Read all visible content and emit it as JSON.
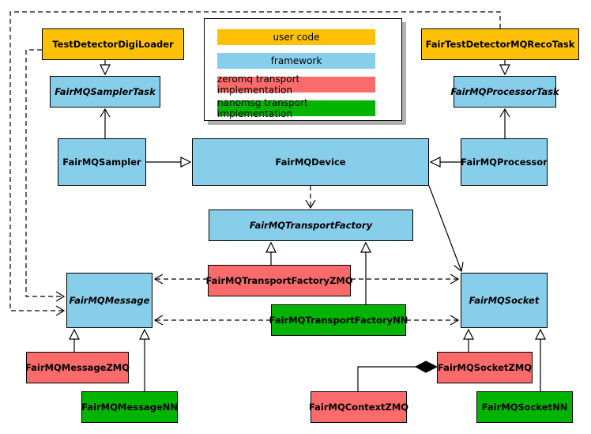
{
  "colors": {
    "user": "#ffc107",
    "framework": "#87ceeb",
    "zmq": "#fb6b6b",
    "nn": "#00b400"
  },
  "legend": {
    "items": [
      {
        "label": "user code",
        "color": "#ffc107"
      },
      {
        "label": "framework",
        "color": "#87ceeb"
      },
      {
        "label": "zeromq transport implementation",
        "color": "#fb6b6b"
      },
      {
        "label": "nanomsg transport implementation",
        "color": "#00b400"
      }
    ]
  },
  "classes": {
    "test_detector_digi_loader": {
      "label": "TestDetectorDigiLoader",
      "category": "user code",
      "abstract": false
    },
    "fair_test_detector_mq_reco_task": {
      "label": "FairTestDetectorMQRecoTask",
      "category": "user code",
      "abstract": false
    },
    "fair_mq_sampler_task": {
      "label": "FairMQSamplerTask",
      "category": "framework",
      "abstract": true
    },
    "fair_mq_processor_task": {
      "label": "FairMQProcessorTask",
      "category": "framework",
      "abstract": true
    },
    "fair_mq_sampler": {
      "label": "FairMQSampler",
      "category": "framework",
      "abstract": false
    },
    "fair_mq_device": {
      "label": "FairMQDevice",
      "category": "framework",
      "abstract": false
    },
    "fair_mq_processor": {
      "label": "FairMQProcessor",
      "category": "framework",
      "abstract": false
    },
    "fair_mq_transport_factory": {
      "label": "FairMQTransportFactory",
      "category": "framework",
      "abstract": true
    },
    "fair_mq_transport_factory_zmq": {
      "label": "FairMQTransportFactoryZMQ",
      "category": "zeromq",
      "abstract": false
    },
    "fair_mq_transport_factory_nn": {
      "label": "FairMQTransportFactoryNN",
      "category": "nanomsg",
      "abstract": false
    },
    "fair_mq_message": {
      "label": "FairMQMessage",
      "category": "framework",
      "abstract": true
    },
    "fair_mq_socket": {
      "label": "FairMQSocket",
      "category": "framework",
      "abstract": true
    },
    "fair_mq_message_zmq": {
      "label": "FairMQMessageZMQ",
      "category": "zeromq",
      "abstract": false
    },
    "fair_mq_message_nn": {
      "label": "FairMQMessageNN",
      "category": "nanomsg",
      "abstract": false
    },
    "fair_mq_context_zmq": {
      "label": "FairMQContextZMQ",
      "category": "zeromq",
      "abstract": false
    },
    "fair_mq_socket_zmq": {
      "label": "FairMQSocketZMQ",
      "category": "zeromq",
      "abstract": false
    },
    "fair_mq_socket_nn": {
      "label": "FairMQSocketNN",
      "category": "nanomsg",
      "abstract": false
    }
  },
  "relationships": [
    {
      "from": "TestDetectorDigiLoader",
      "to": "FairMQSamplerTask",
      "type": "generalization"
    },
    {
      "from": "FairTestDetectorMQRecoTask",
      "to": "FairMQProcessorTask",
      "type": "generalization"
    },
    {
      "from": "FairMQSampler",
      "to": "FairMQDevice",
      "type": "generalization"
    },
    {
      "from": "FairMQProcessor",
      "to": "FairMQDevice",
      "type": "generalization"
    },
    {
      "from": "FairMQTransportFactoryZMQ",
      "to": "FairMQTransportFactory",
      "type": "generalization"
    },
    {
      "from": "FairMQTransportFactoryNN",
      "to": "FairMQTransportFactory",
      "type": "generalization"
    },
    {
      "from": "FairMQMessageZMQ",
      "to": "FairMQMessage",
      "type": "generalization"
    },
    {
      "from": "FairMQMessageNN",
      "to": "FairMQMessage",
      "type": "generalization"
    },
    {
      "from": "FairMQSocketZMQ",
      "to": "FairMQSocket",
      "type": "generalization"
    },
    {
      "from": "FairMQSocketNN",
      "to": "FairMQSocket",
      "type": "generalization"
    },
    {
      "from": "FairMQSampler",
      "to": "FairMQSamplerTask",
      "type": "association"
    },
    {
      "from": "FairMQProcessor",
      "to": "FairMQProcessorTask",
      "type": "association"
    },
    {
      "from": "FairMQDevice",
      "to": "FairMQSocket",
      "type": "association"
    },
    {
      "from": "FairMQDevice",
      "to": "FairMQTransportFactory",
      "type": "dependency"
    },
    {
      "from": "FairMQTransportFactoryZMQ",
      "to": "FairMQMessage",
      "type": "dependency"
    },
    {
      "from": "FairMQTransportFactoryZMQ",
      "to": "FairMQSocket",
      "type": "dependency"
    },
    {
      "from": "FairMQTransportFactoryNN",
      "to": "FairMQMessage",
      "type": "dependency"
    },
    {
      "from": "FairMQTransportFactoryNN",
      "to": "FairMQSocket",
      "type": "dependency"
    },
    {
      "from": "TestDetectorDigiLoader",
      "to": "FairMQMessage",
      "type": "dependency"
    },
    {
      "from": "FairTestDetectorMQRecoTask",
      "to": "FairMQMessage",
      "type": "dependency"
    },
    {
      "from": "FairMQContextZMQ",
      "to": "FairMQSocketZMQ",
      "type": "composition"
    }
  ]
}
